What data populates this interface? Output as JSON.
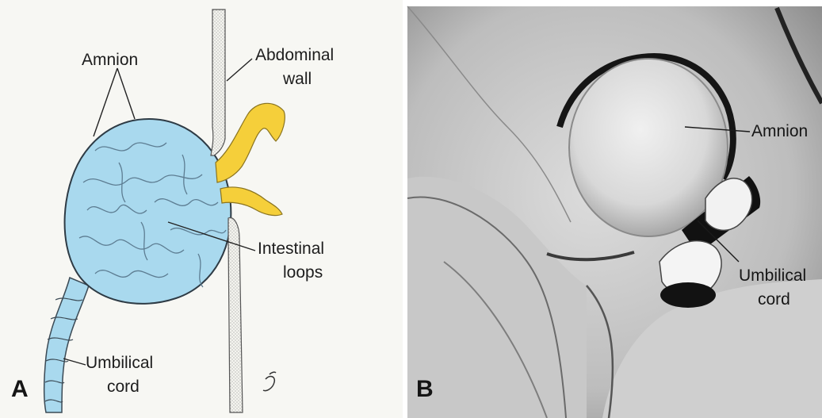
{
  "panel_a": {
    "letter": "A",
    "labels": {
      "amnion": "Amnion",
      "abdominal_wall_1": "Abdominal",
      "abdominal_wall_2": "wall",
      "intestinal_1": "Intestinal",
      "intestinal_2": "loops",
      "umbilical_1": "Umbilical",
      "umbilical_2": "cord"
    },
    "colors": {
      "amnion_sac": "#a9d9ee",
      "intestine_loops": "#f5cf3a",
      "background": "#f7f7f3"
    }
  },
  "panel_b": {
    "letter": "B",
    "labels": {
      "amnion": "Amnion",
      "umbilical_1": "Umbilical",
      "umbilical_2": "cord"
    }
  }
}
